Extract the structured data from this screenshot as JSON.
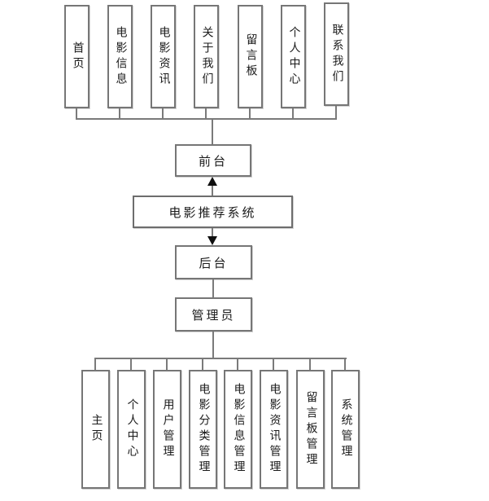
{
  "title": "电影推荐系统",
  "frontend": {
    "label": "前台",
    "children": [
      "首页",
      "电影信息",
      "电影资讯",
      "关于我们",
      "留言板",
      "个人中心",
      "联系我们"
    ]
  },
  "backend": {
    "label": "后台",
    "admin_label": "管理员",
    "children": [
      "主页",
      "个人中心",
      "用户管理",
      "电影分类管理",
      "电影信息管理",
      "电影资讯管理",
      "留言板管理",
      "系统管理"
    ]
  },
  "colors": {
    "line": "#7a7a7a",
    "box_border": "#767676",
    "text": "#1b1b1b",
    "arrowhead": "#0f0f0f",
    "background": "#ffffff"
  }
}
